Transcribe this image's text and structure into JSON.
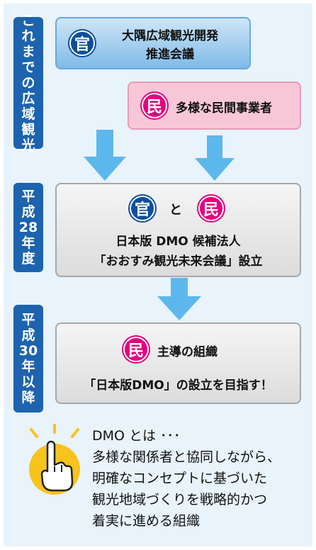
{
  "labels": {
    "past": [
      "こ",
      "れ",
      "ま",
      "で",
      "の",
      "広",
      "域",
      "観",
      "光"
    ],
    "h28": [
      "平",
      "成",
      "28",
      "年",
      "度"
    ],
    "h30": [
      "平",
      "成",
      "30",
      "年",
      "以",
      "降"
    ]
  },
  "stage1": {
    "gov_badge": "官",
    "gov_line1": "大隅広域観光開発",
    "gov_line2": "推進会議",
    "pvt_badge": "民",
    "pvt_text": "多様な民間事業者"
  },
  "stage2": {
    "gov_badge": "官",
    "connector": "と",
    "pvt_badge": "民",
    "line1": "日本版 DMO 候補法人",
    "line2": "「おおすみ観光未来会議」設立"
  },
  "stage3": {
    "pvt_badge": "民",
    "title": "主導の組織",
    "goal": "「日本版DMO」の設立を目指す！"
  },
  "note": {
    "heading": "DMO とは ･･･",
    "line1": "多様な関係者と協同しながら、",
    "line2": "明確なコンセプトに基づいた",
    "line3": "観光地域づくりを戦略的かつ",
    "line4": "着実に進める組織"
  },
  "colors": {
    "label_blue": "#1d63ae",
    "gov_navy": "#0b4f9e",
    "pvt_magenta": "#e4007f",
    "arrow_blue": "#5cb8ec",
    "icon_yellow": "#f7c31c"
  },
  "icons": {
    "pointing_hand": "pointing-hand-icon"
  }
}
